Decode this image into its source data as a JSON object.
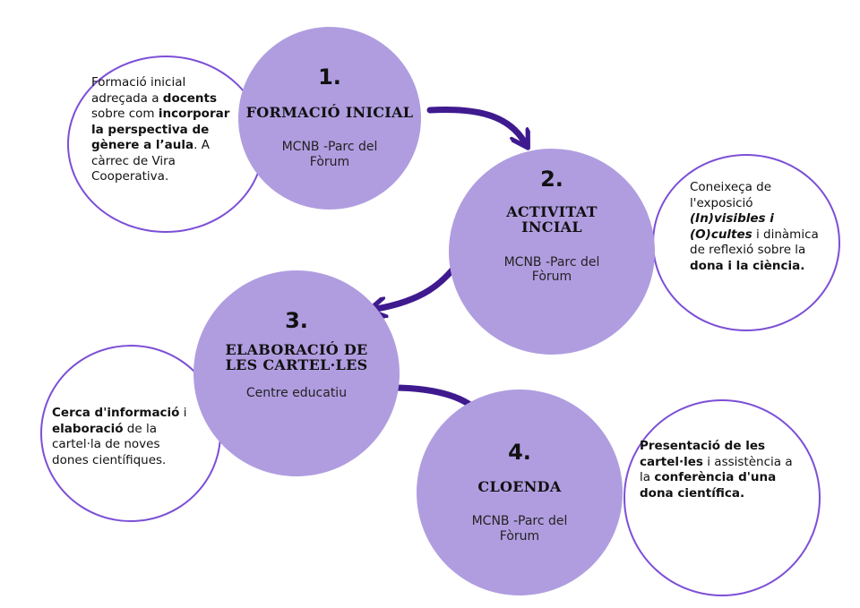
{
  "colors": {
    "stage_fill": "#b09de0",
    "outline": "#7c4fd6",
    "arrow": "#3f1a8f"
  },
  "stages": [
    {
      "number": "1.",
      "title": "FORMACIÓ INICIAL",
      "place": "MCNB -Parc del Fòrum"
    },
    {
      "number": "2.",
      "title": "ACTIVITAT INCIAL",
      "place": "MCNB -Parc del Fòrum"
    },
    {
      "number": "3.",
      "title": "ELABORACIÓ DE LES CARTEL·LES",
      "place": "Centre educatiu"
    },
    {
      "number": "4.",
      "title": "CLOENDA",
      "place": "MCNB -Parc del Fòrum"
    }
  ],
  "descriptions": {
    "d1": {
      "a": "Formació inicial adreçada a ",
      "b": "docents",
      "c": " sobre com ",
      "d": "incorporar la perspectiva de gènere a l’aula",
      "e": ". A càrrec de Vira Cooperativa."
    },
    "d2": {
      "a": "Coneixeça de l'exposició ",
      "b": "(In)visibles i (O)cultes",
      "c": " i dinàmica de reflexió sobre la ",
      "d": "dona i la ciència."
    },
    "d3": {
      "a": "Cerca d'informació",
      "b": " i ",
      "c": "elaboració",
      "d": " de la cartel·la de noves dones científiques."
    },
    "d4": {
      "a": "Presentació de les cartel·les",
      "b": " i assistència a la ",
      "c": "conferència d'una dona científica."
    }
  }
}
